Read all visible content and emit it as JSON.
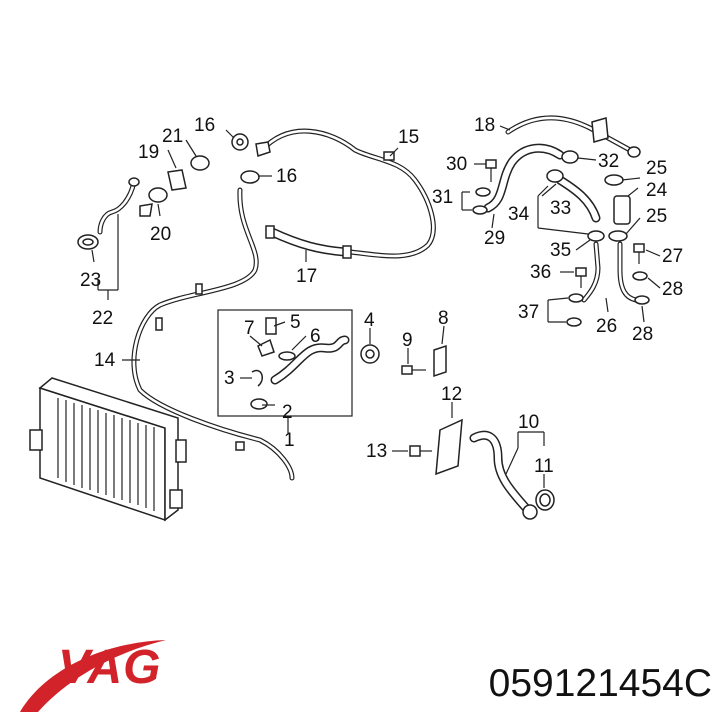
{
  "brand": {
    "logo_text": "VAG",
    "logo_color": "#d2232a"
  },
  "part_number": "059121454C",
  "callouts": [
    "1",
    "2",
    "3",
    "4",
    "5",
    "6",
    "7",
    "8",
    "9",
    "10",
    "11",
    "12",
    "13",
    "14",
    "15",
    "16",
    "16",
    "17",
    "18",
    "19",
    "20",
    "21",
    "22",
    "23",
    "24",
    "25",
    "25",
    "26",
    "27",
    "28",
    "28",
    "29",
    "30",
    "31",
    "32",
    "33",
    "34",
    "35",
    "36",
    "37"
  ]
}
